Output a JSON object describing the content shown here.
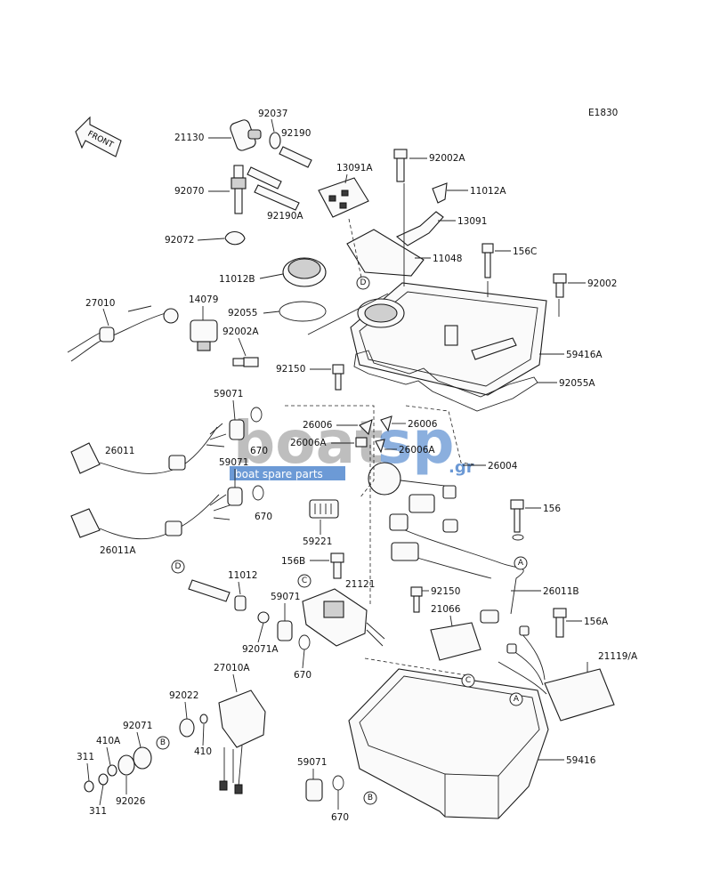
{
  "diagram_code": "E1830",
  "front_label": "FRONT",
  "watermark": {
    "brand_a": "boat",
    "brand_b": "sp",
    "tagline": "boat spare parts",
    "tld": ".gr"
  },
  "callouts": {
    "A": "A",
    "B": "B",
    "C": "C",
    "D": "D"
  },
  "parts": {
    "p92037": "92037",
    "p21130": "21130",
    "p92190": "92190",
    "p13091A": "13091A",
    "p92002A_top": "92002A",
    "p11012A": "11012A",
    "p92070": "92070",
    "p92190A": "92190A",
    "p13091": "13091",
    "p92072": "92072",
    "p11048": "11048",
    "p156C": "156C",
    "p11012B": "11012B",
    "p92002": "92002",
    "p27010": "27010",
    "p14079": "14079",
    "p92055": "92055",
    "p92002A_mid": "92002A",
    "p59416A": "59416A",
    "p92150_top": "92150",
    "p92055A": "92055A",
    "p59071_1": "59071",
    "p26006_l": "26006",
    "p26006_r": "26006",
    "p26006A_l": "26006A",
    "p26006A_r": "26006A",
    "p670_1": "670",
    "p26011": "26011",
    "p59071_2": "59071",
    "p26004": "26004",
    "p670_2": "670",
    "p156": "156",
    "p59221": "59221",
    "p26011A": "26011A",
    "p156B": "156B",
    "p11012": "11012",
    "p21121": "21121",
    "p59071_3": "59071",
    "p92150_mid": "92150",
    "p26011B": "26011B",
    "p21066": "21066",
    "p156A": "156A",
    "p92071A": "92071A",
    "p670_3": "670",
    "p21119A": "21119/A",
    "p27010A": "27010A",
    "p92022": "92022",
    "p92071": "92071",
    "p410A": "410A",
    "p410": "410",
    "p311_top": "311",
    "p92026": "92026",
    "p311_bot": "311",
    "p59416": "59416",
    "p59071_4": "59071",
    "p670_4": "670"
  }
}
